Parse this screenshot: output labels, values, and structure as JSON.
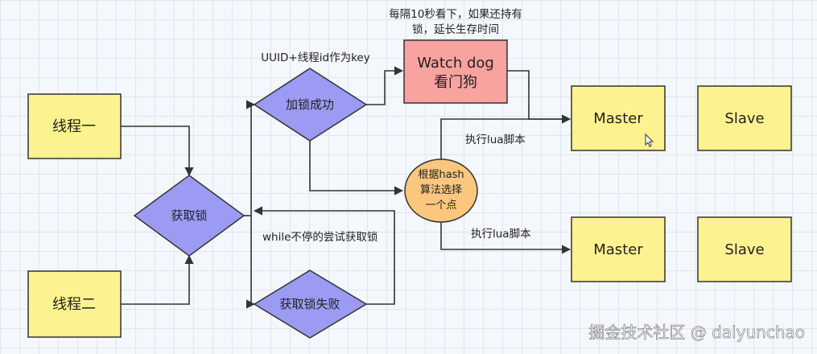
{
  "nodes": {
    "thread1": "线程一",
    "thread2": "线程二",
    "acquire": "获取锁",
    "success": "加锁成功",
    "fail": "获取锁失败",
    "watchdog_line1": "Watch dog",
    "watchdog_line2": "看门狗",
    "hash_line1": "根据hash",
    "hash_line2": "算法选择",
    "hash_line3": "一个点",
    "master1": "Master",
    "slave1": "Slave",
    "master2": "Master",
    "slave2": "Slave"
  },
  "labels": {
    "watchdog_note_line1": "每隔10秒看下，如果还持有",
    "watchdog_note_line2": "锁，延长生存时间",
    "uuid_key": "UUID+线程id作为key",
    "lua_top": "执行lua脚本",
    "lua_bottom": "执行lua脚本",
    "retry": "while不停的尝试获取锁"
  },
  "watermark": "掘金技术社区 @ daiyunchao",
  "colors": {
    "thread_fill": "#fdf290",
    "diamond_fill": "#9b9bf3",
    "watchdog_fill": "#f8a3a0",
    "ellipse_fill": "#fbc77e",
    "background": "#f4f7fb"
  }
}
